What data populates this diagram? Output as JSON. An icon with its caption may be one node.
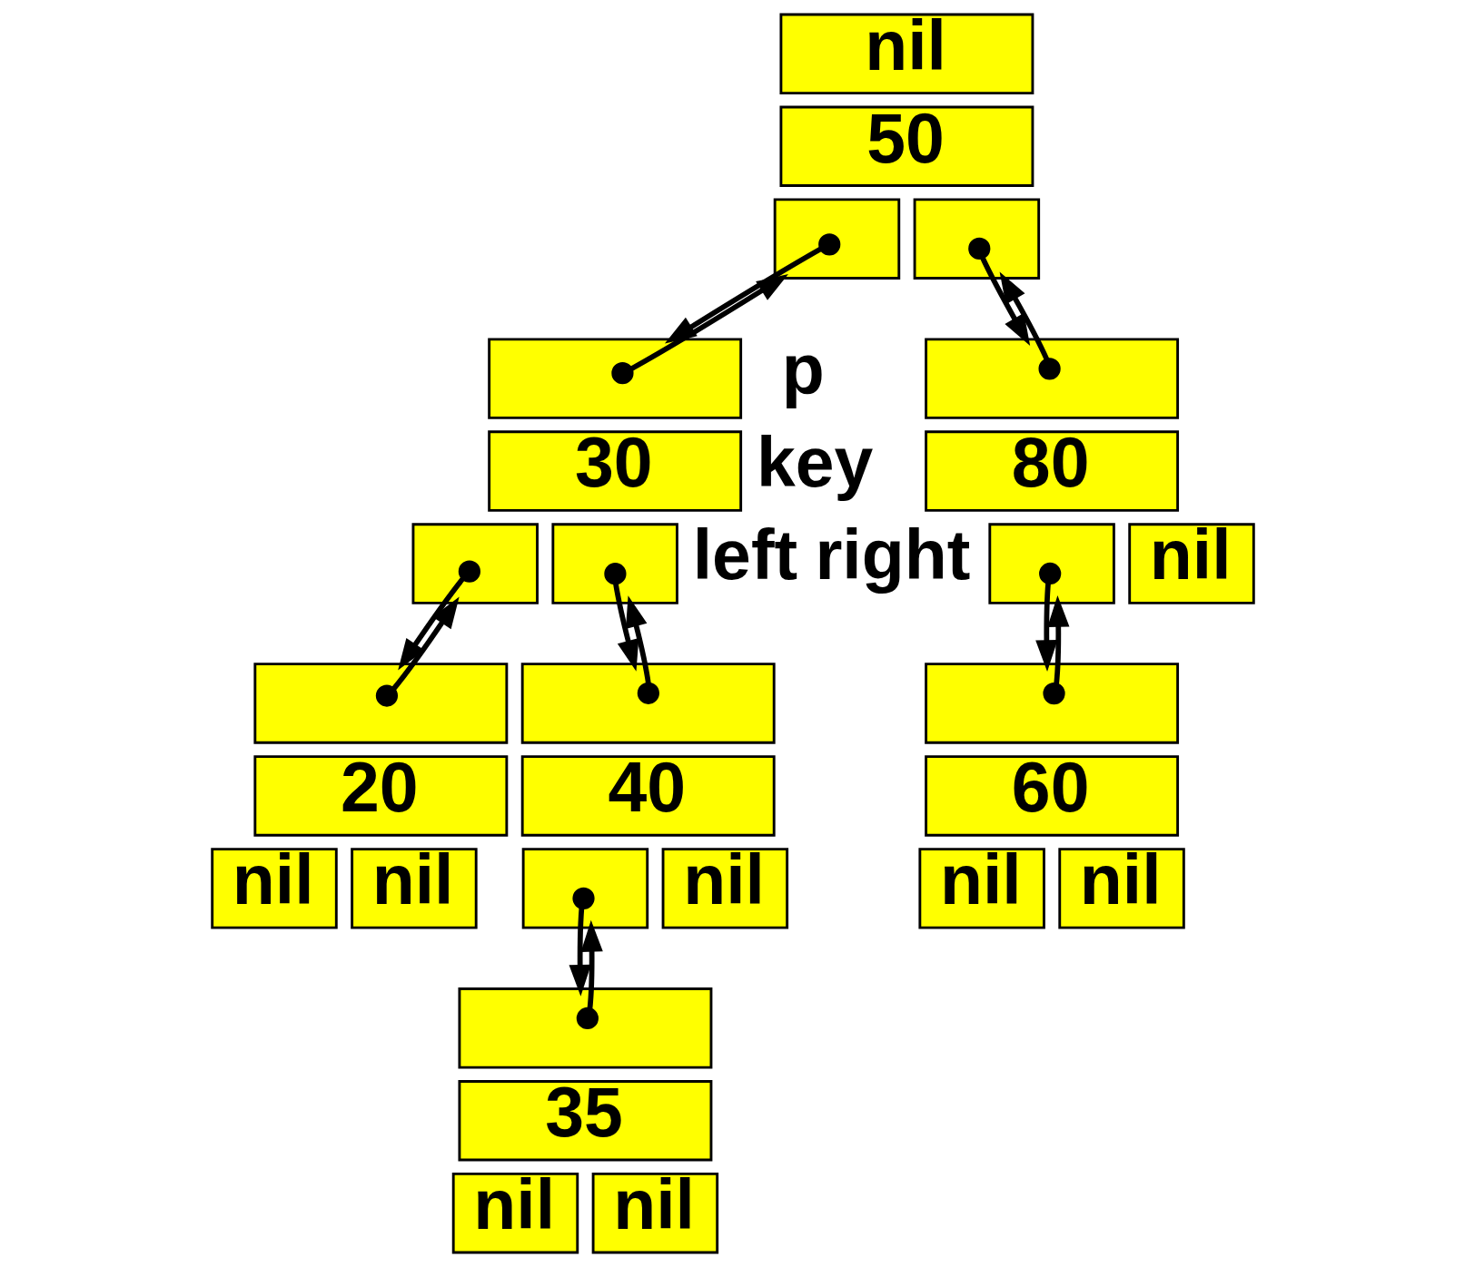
{
  "diagram": {
    "nodes": [
      {
        "text": [
          "nil"
        ]
      },
      {
        "text": [
          "50"
        ]
      },
      {
        "text": [],
        "shape": "box"
      },
      {
        "text": [],
        "shape": "box"
      },
      {
        "text": [],
        "shape": "box"
      },
      {
        "text": [
          "30"
        ]
      },
      {
        "text": [],
        "shape": "box"
      },
      {
        "text": [],
        "shape": "box"
      },
      {
        "text": [],
        "shape": "box"
      },
      {
        "text": [
          "80"
        ]
      },
      {
        "text": [],
        "shape": "box"
      },
      {
        "text": [
          "nil"
        ]
      },
      {
        "text": [],
        "shape": "box"
      },
      {
        "text": [
          "20"
        ]
      },
      {
        "text": [
          "nil"
        ]
      },
      {
        "text": [
          "nil"
        ]
      },
      {
        "text": [],
        "shape": "box"
      },
      {
        "text": [
          "40"
        ]
      },
      {
        "text": [],
        "shape": "box"
      },
      {
        "text": [
          "nil"
        ]
      },
      {
        "text": [],
        "shape": "box"
      },
      {
        "text": [
          "60"
        ]
      },
      {
        "text": [
          "nil"
        ]
      },
      {
        "text": [
          "nil"
        ]
      },
      {
        "text": [],
        "shape": "box"
      },
      {
        "text": [
          "35"
        ]
      },
      {
        "text": [
          "nil"
        ]
      },
      {
        "text": [
          "nil"
        ]
      }
    ],
    "edges": [
      {
        "from": 2,
        "to": 4,
        "arrow": "to"
      },
      {
        "from": 4,
        "to": 2,
        "arrow": "to"
      },
      {
        "from": 3,
        "to": 8,
        "arrow": "to"
      },
      {
        "from": 8,
        "to": 3,
        "arrow": "to"
      },
      {
        "from": 6,
        "to": 12,
        "arrow": "to"
      },
      {
        "from": 12,
        "to": 6,
        "arrow": "to"
      },
      {
        "from": 7,
        "to": 16,
        "arrow": "to"
      },
      {
        "from": 16,
        "to": 7,
        "arrow": "to"
      },
      {
        "from": 10,
        "to": 20,
        "arrow": "to"
      },
      {
        "from": 20,
        "to": 10,
        "arrow": "to"
      },
      {
        "from": 18,
        "to": 24,
        "arrow": "to"
      },
      {
        "from": 24,
        "to": 18,
        "arrow": "to"
      }
    ],
    "labels": [
      "p",
      "key",
      "left",
      "right"
    ]
  }
}
